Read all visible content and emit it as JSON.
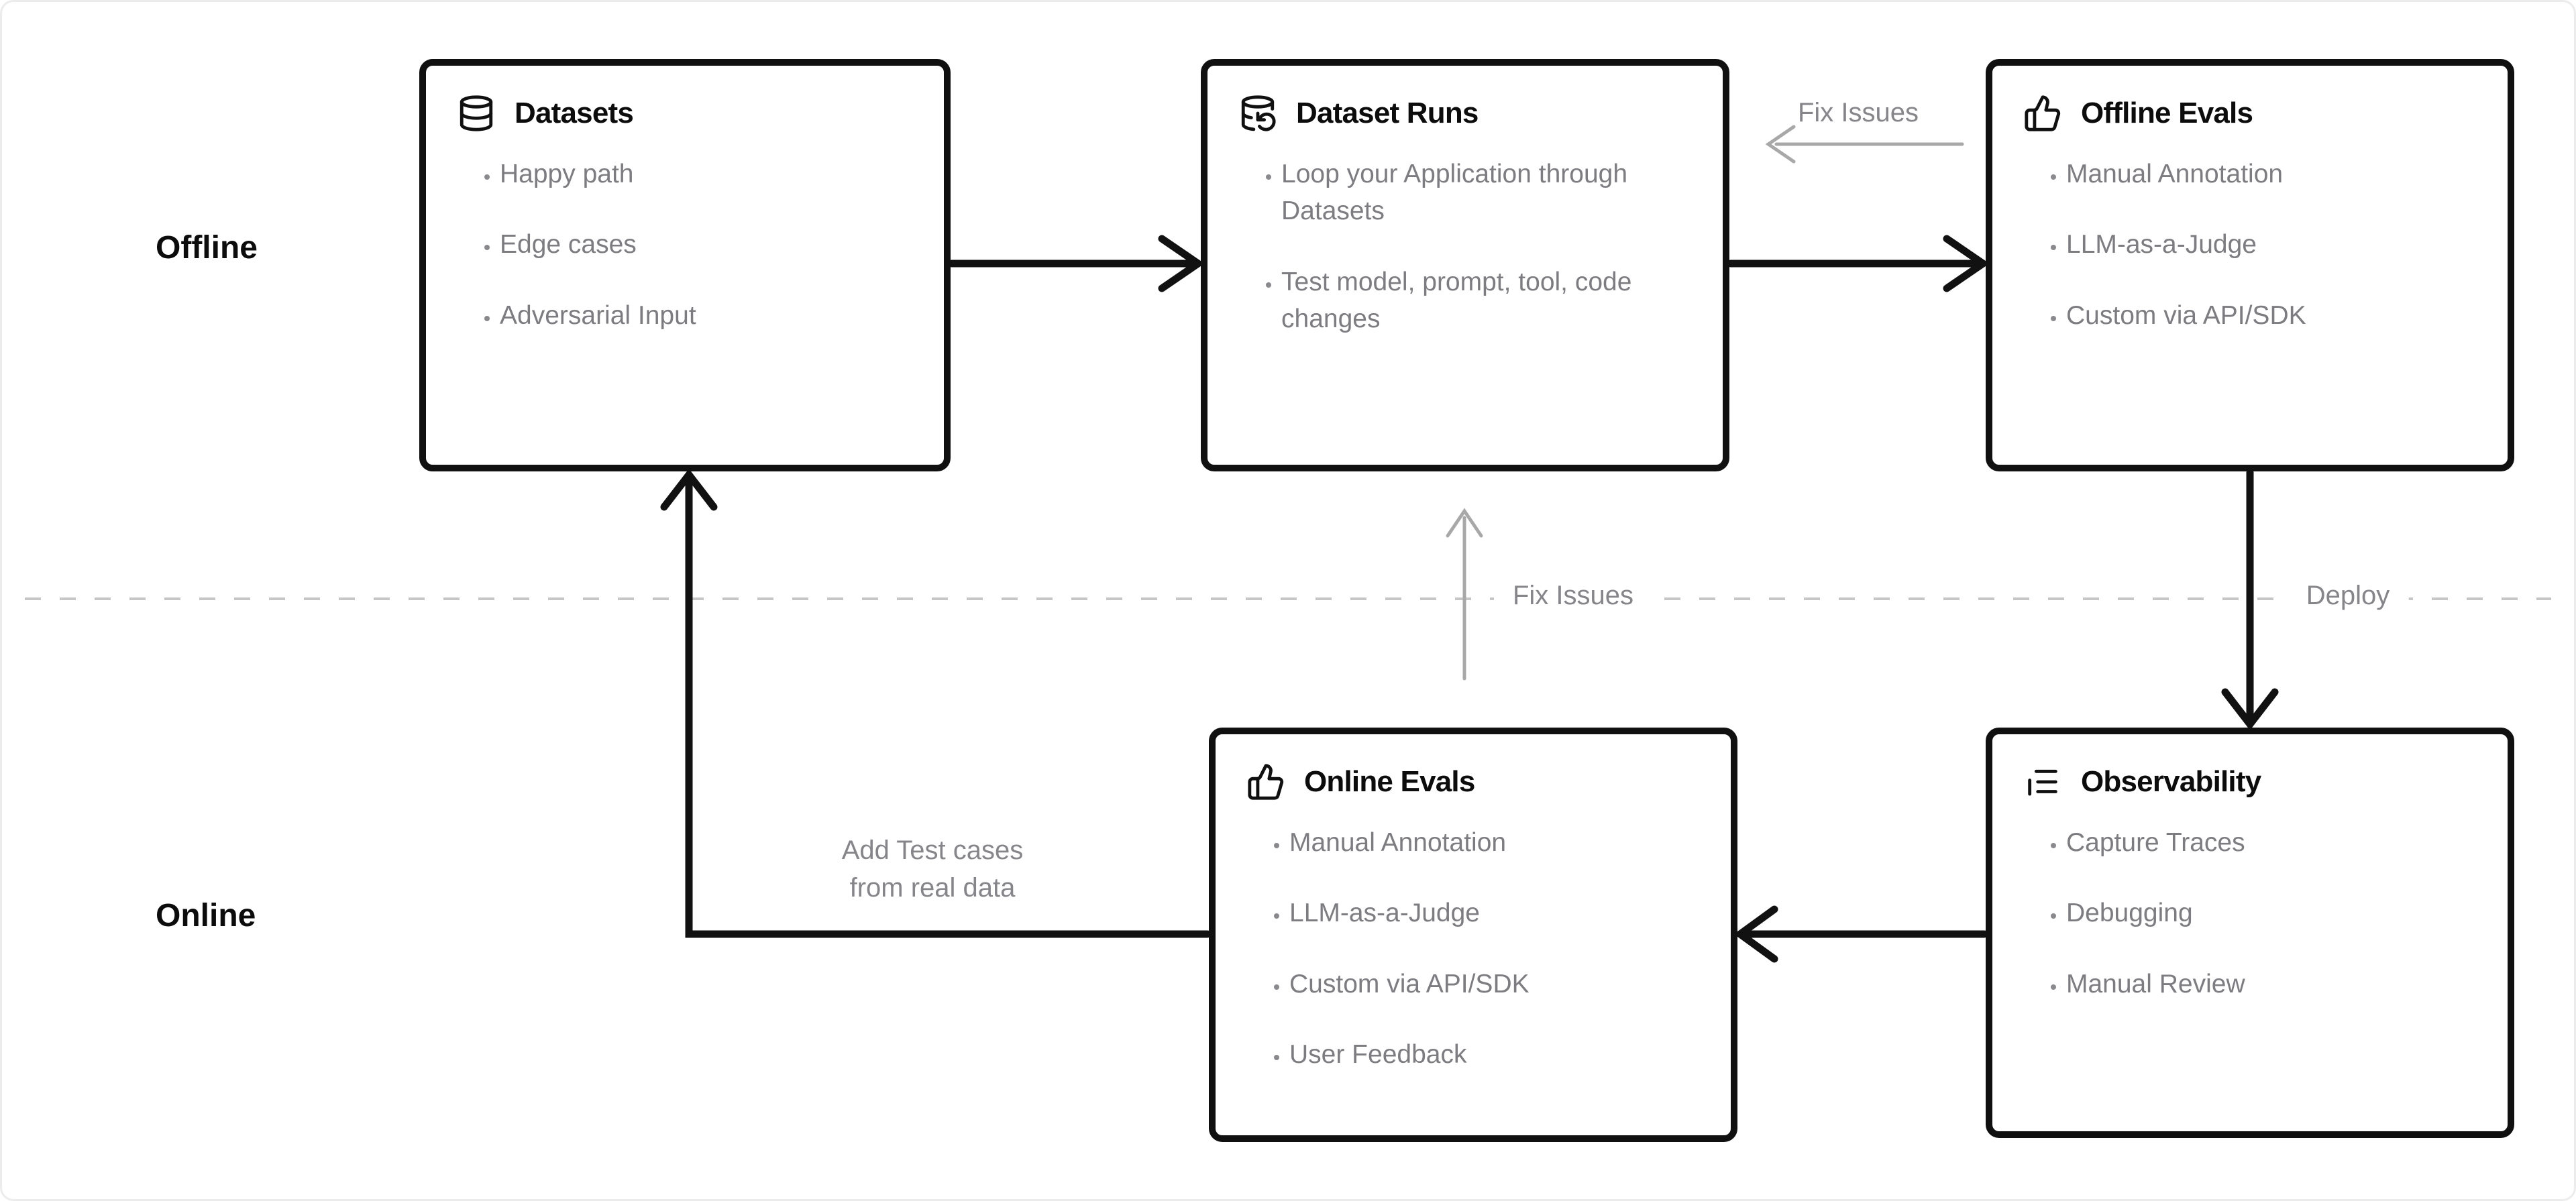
{
  "page": {
    "background": "#ffffff",
    "card_border": "#ececec"
  },
  "colors": {
    "box_border": "#101010",
    "title_text": "#0c0c0c",
    "bullet_text": "#7c7c81",
    "muted_label": "#85858a",
    "black_arrow": "#111111",
    "gray_arrow": "#a8a8a8",
    "dashed_line": "#c6c6c6"
  },
  "sections": {
    "offline_label": "Offline",
    "online_label": "Online"
  },
  "boxes": {
    "datasets": {
      "title": "Datasets",
      "icon": "database-icon",
      "bullets": [
        "Happy path",
        "Edge cases",
        "Adversarial Input"
      ]
    },
    "dataset_runs": {
      "title": "Dataset Runs",
      "icon": "database-refresh-icon",
      "bullets": [
        "Loop your Application through Datasets",
        "Test model, prompt, tool, code changes"
      ]
    },
    "offline_evals": {
      "title": "Offline Evals",
      "icon": "thumbs-up-icon",
      "bullets": [
        "Manual Annotation",
        "LLM-as-a-Judge",
        "Custom via API/SDK"
      ]
    },
    "online_evals": {
      "title": "Online Evals",
      "icon": "thumbs-up-icon",
      "bullets": [
        "Manual Annotation",
        "LLM-as-a-Judge",
        "Custom via API/SDK",
        "User Feedback"
      ]
    },
    "observability": {
      "title": "Observability",
      "icon": "logs-icon",
      "bullets": [
        "Capture Traces",
        "Debugging",
        "Manual Review"
      ]
    }
  },
  "labels": {
    "fix_issues_top": "Fix Issues",
    "fix_issues_mid": "Fix Issues",
    "deploy": "Deploy",
    "add_test_cases": [
      "Add Test cases",
      "from real data"
    ]
  }
}
